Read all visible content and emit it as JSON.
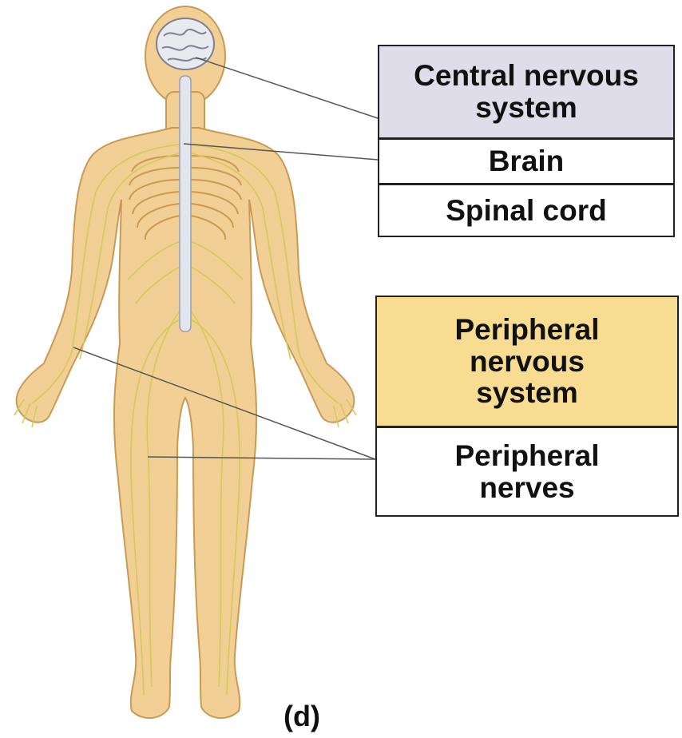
{
  "colors": {
    "skin": "#f2cf94",
    "skin_outline": "#c99a55",
    "nerve": "#d6c95a",
    "spine": "#e3e6ee",
    "cns_fill": "#dedde9",
    "pns_fill": "#f8dc92",
    "leader_line": "#555555"
  },
  "icons": {
    "body": "human-body-figure",
    "brain": "brain-illustration"
  },
  "cns": {
    "title": "Central nervous\nsystem",
    "items": [
      "Brain",
      "Spinal cord"
    ]
  },
  "pns": {
    "title": "Peripheral\nnervous\nsystem",
    "items": [
      "Peripheral\nnerves"
    ]
  },
  "panel_label": "(d)"
}
